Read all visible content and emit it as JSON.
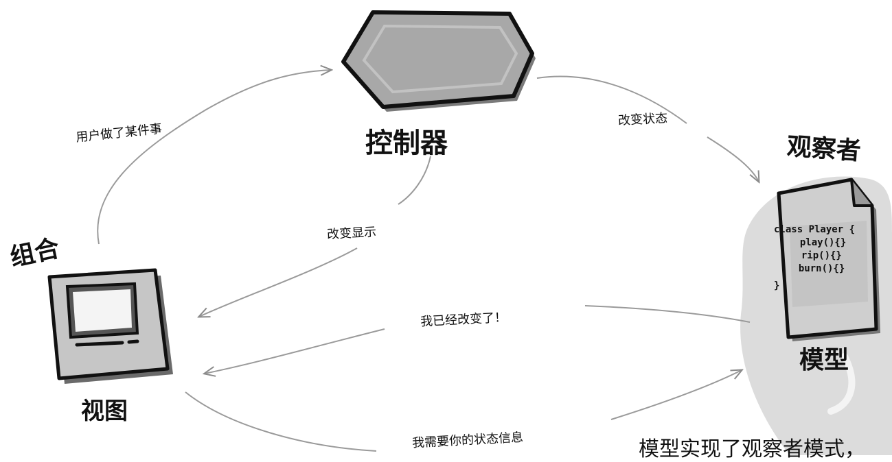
{
  "labels": {
    "controller": "控制器",
    "observer": "观察者",
    "composite": "组合",
    "view": "视图",
    "model": "模型"
  },
  "arrows": {
    "user_action": "用户做了某件事",
    "change_state": "改变状态",
    "change_display": "改变显示",
    "i_changed": "我已经改变了！",
    "need_state": "我需要你的状态信息"
  },
  "model_code": {
    "line1": "class Player {",
    "line2": "  play(){}",
    "line3": "  rip(){}",
    "line4": "  burn(){}",
    "line5": "}"
  },
  "caption": "模型实现了观察者模式，",
  "colors": {
    "ink": "#111111",
    "shape_gray": "#a8a8a8",
    "line_gray": "#9a9a9a",
    "blob_gray": "#dcdcdc"
  }
}
